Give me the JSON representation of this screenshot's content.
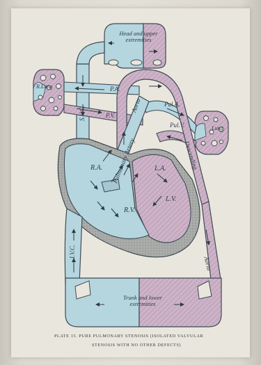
{
  "diagram": {
    "labels": {
      "head": "Head and upper extremities",
      "trunk": "Trunk and lower extremities",
      "r_lung": "R.Lung",
      "l_lung": "Lung",
      "svc": "S.V.C.",
      "ivc": "I.V.C.",
      "ra": "R.A.",
      "rv": "R.V.",
      "la": "L.A.",
      "lv": "L.V.",
      "pa_r": "P.A.",
      "pa_l": "Pul.A.",
      "pv_r": "P.V.",
      "pv_l": "Pul.V.",
      "aorta_top": "Aorta",
      "aorta_side": "Aorta",
      "pulm_artery": "Pulmonary Artery",
      "desc": "Descending"
    },
    "caption_line1": "PLATE 15.   PURE PULMONARY STENOSIS (ISOLATED VALVULAR",
    "caption_line2": "STENOSIS WITH NO OTHER DEFECTS)",
    "colors": {
      "venous": "#b5d6df",
      "arterial": "#c9aec4",
      "septum": "#a9aba8",
      "outline": "#3f4a55"
    }
  }
}
